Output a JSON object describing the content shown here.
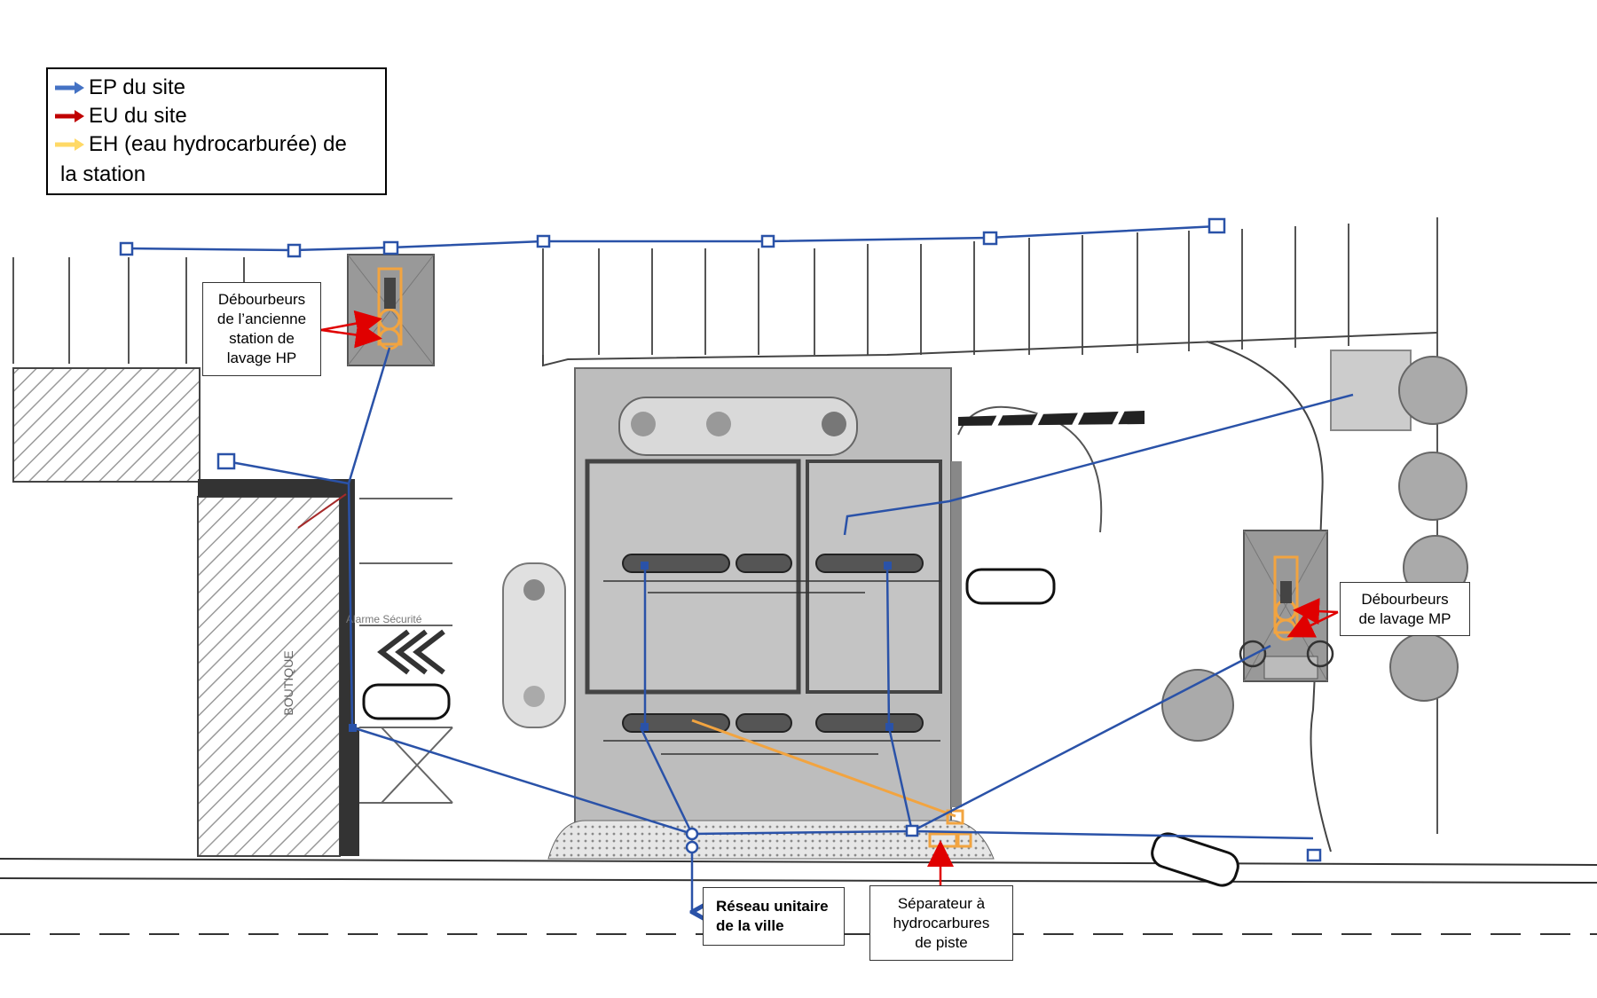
{
  "legend": {
    "items": [
      {
        "label": "EP du site",
        "color": "#4472c4"
      },
      {
        "label": "EU du site",
        "color": "#c00000"
      },
      {
        "label": "EH (eau hydrocarburée) de",
        "color": "#ffd966"
      }
    ],
    "continuation": "la station"
  },
  "callouts": {
    "old_wash": [
      "Débourbeurs",
      "de l’ancienne",
      "station de",
      "lavage HP"
    ],
    "mp_wash": [
      "Débourbeurs",
      "de lavage MP"
    ],
    "network": [
      "Réseau unitaire",
      "de la ville"
    ],
    "separator": [
      "Séparateur à",
      "hydrocarbures",
      "de piste"
    ]
  },
  "plan_labels": {
    "boutique": "BOUTIQUE",
    "alarme": "Alarme Sécurité"
  },
  "colors": {
    "ep": "#2a52a8",
    "eu": "#c00000",
    "eh": "#f2a440",
    "callout_arrow": "#e00000"
  }
}
